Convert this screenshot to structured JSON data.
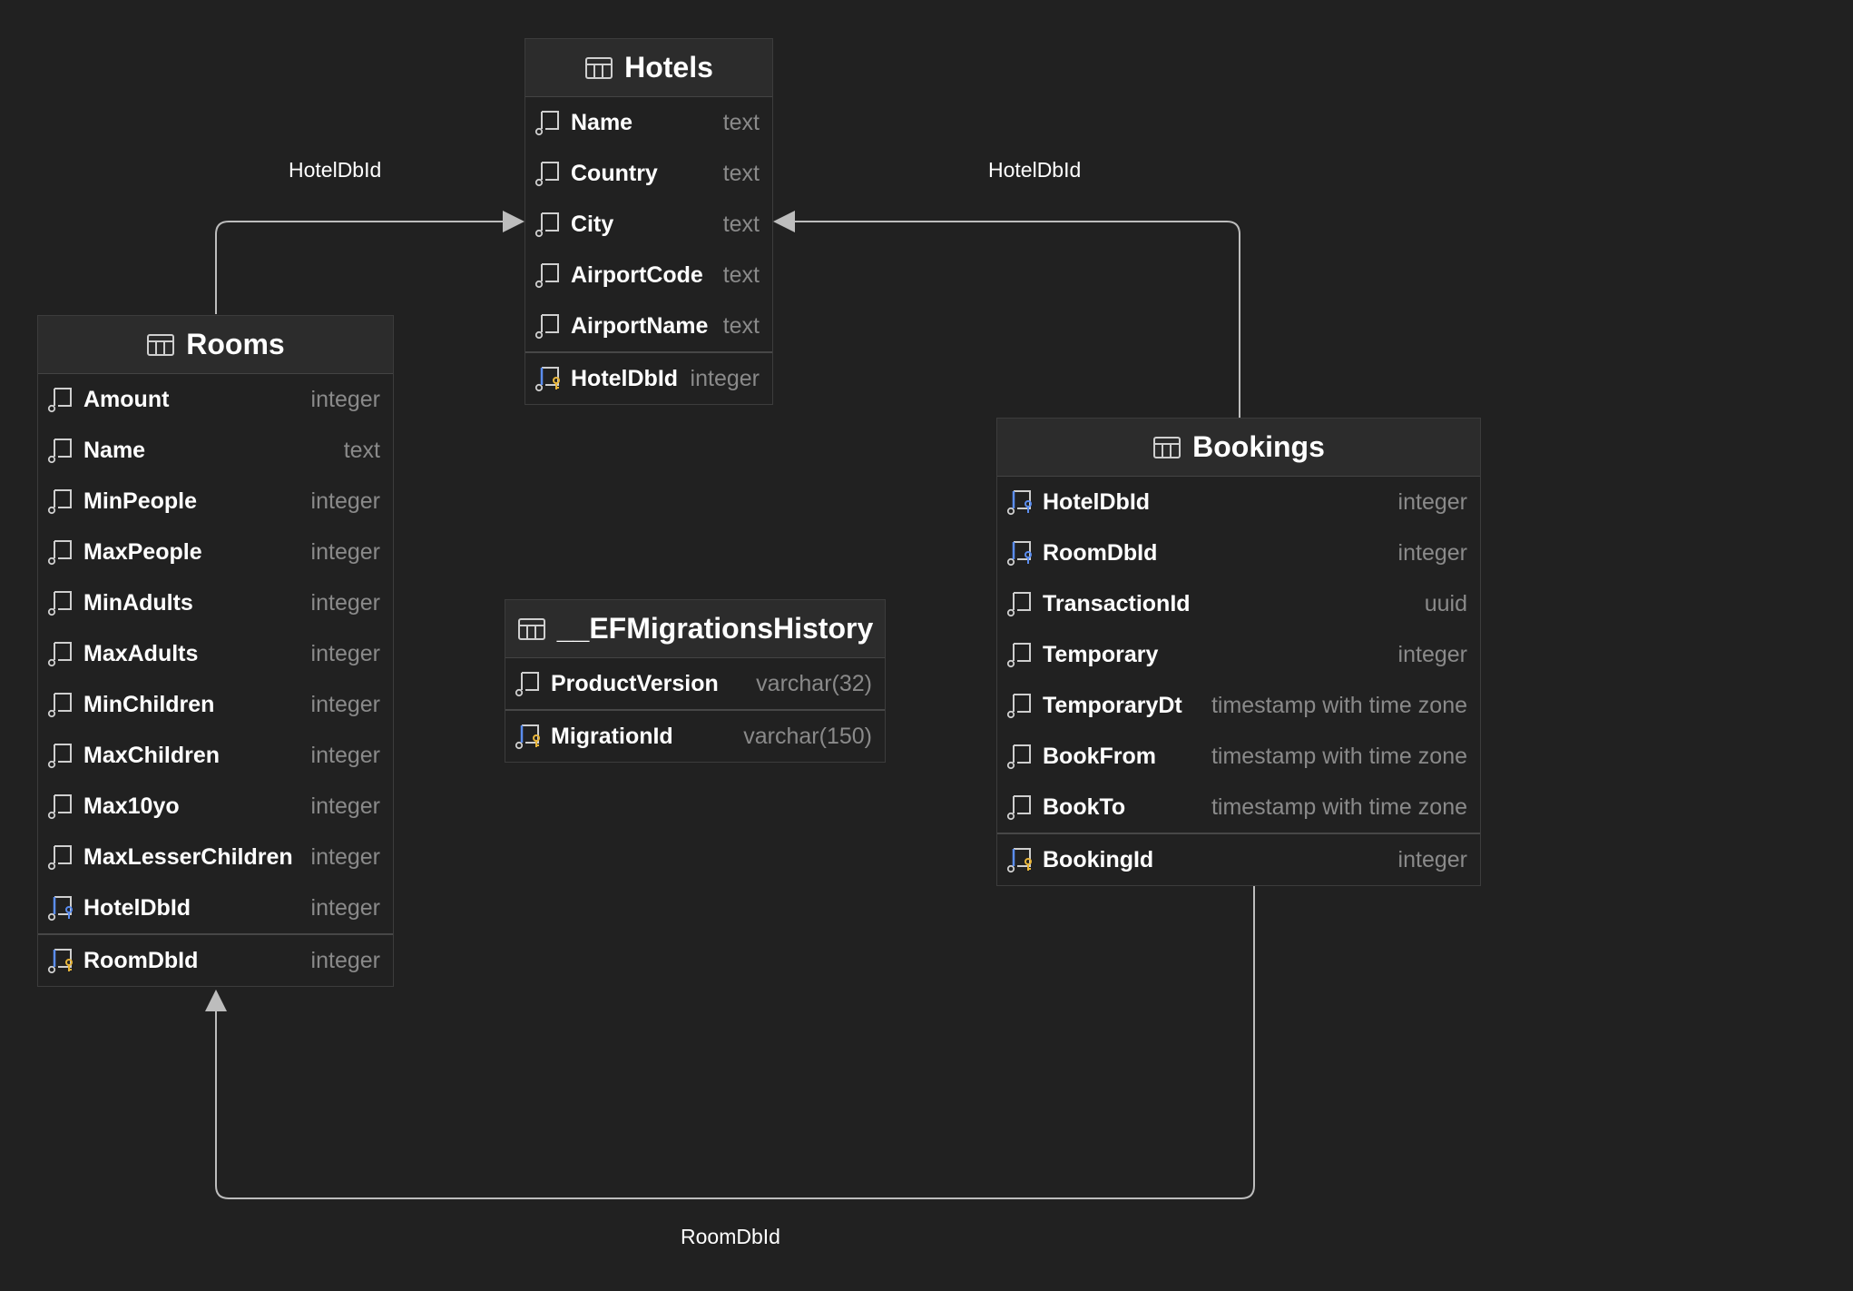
{
  "colors": {
    "background": "#212121",
    "header": "#2c2c2c",
    "type_text": "#8a8a8a",
    "fk_icon": "#5b8def",
    "pk_icon": "#e8b53a",
    "connector": "#bdbdbd"
  },
  "relations": [
    {
      "label": "HotelDbId",
      "from": "Rooms",
      "to": "Hotels"
    },
    {
      "label": "HotelDbId",
      "from": "Bookings",
      "to": "Hotels"
    },
    {
      "label": "RoomDbId",
      "from": "Bookings",
      "to": "Rooms"
    }
  ],
  "tables": {
    "hotels": {
      "name": "Hotels",
      "columns": [
        {
          "name": "Name",
          "type": "text",
          "icon": "column-icon"
        },
        {
          "name": "Country",
          "type": "text",
          "icon": "column-icon"
        },
        {
          "name": "City",
          "type": "text",
          "icon": "column-icon"
        },
        {
          "name": "AirportCode",
          "type": "text",
          "icon": "column-icon"
        },
        {
          "name": "AirportName",
          "type": "text",
          "icon": "column-icon"
        },
        {
          "name": "HotelDbId",
          "type": "integer",
          "icon": "primary-key-icon"
        }
      ]
    },
    "rooms": {
      "name": "Rooms",
      "columns": [
        {
          "name": "Amount",
          "type": "integer",
          "icon": "column-icon"
        },
        {
          "name": "Name",
          "type": "text",
          "icon": "column-icon"
        },
        {
          "name": "MinPeople",
          "type": "integer",
          "icon": "column-icon"
        },
        {
          "name": "MaxPeople",
          "type": "integer",
          "icon": "column-icon"
        },
        {
          "name": "MinAdults",
          "type": "integer",
          "icon": "column-icon"
        },
        {
          "name": "MaxAdults",
          "type": "integer",
          "icon": "column-icon"
        },
        {
          "name": "MinChildren",
          "type": "integer",
          "icon": "column-icon"
        },
        {
          "name": "MaxChildren",
          "type": "integer",
          "icon": "column-icon"
        },
        {
          "name": "Max10yo",
          "type": "integer",
          "icon": "column-icon"
        },
        {
          "name": "MaxLesserChildren",
          "type": "integer",
          "icon": "column-icon"
        },
        {
          "name": "HotelDbId",
          "type": "integer",
          "icon": "foreign-key-icon"
        },
        {
          "name": "RoomDbId",
          "type": "integer",
          "icon": "primary-key-icon"
        }
      ]
    },
    "migrations": {
      "name": "__EFMigrationsHistory",
      "columns": [
        {
          "name": "ProductVersion",
          "type": "varchar(32)",
          "icon": "column-icon"
        },
        {
          "name": "MigrationId",
          "type": "varchar(150)",
          "icon": "primary-key-icon"
        }
      ]
    },
    "bookings": {
      "name": "Bookings",
      "columns": [
        {
          "name": "HotelDbId",
          "type": "integer",
          "icon": "foreign-key-icon"
        },
        {
          "name": "RoomDbId",
          "type": "integer",
          "icon": "foreign-key-icon"
        },
        {
          "name": "TransactionId",
          "type": "uuid",
          "icon": "column-icon"
        },
        {
          "name": "Temporary",
          "type": "integer",
          "icon": "column-icon"
        },
        {
          "name": "TemporaryDt",
          "type": "timestamp with time zone",
          "icon": "column-icon"
        },
        {
          "name": "BookFrom",
          "type": "timestamp with time zone",
          "icon": "column-icon"
        },
        {
          "name": "BookTo",
          "type": "timestamp with time zone",
          "icon": "column-icon"
        },
        {
          "name": "BookingId",
          "type": "integer",
          "icon": "primary-key-icon"
        }
      ]
    }
  }
}
